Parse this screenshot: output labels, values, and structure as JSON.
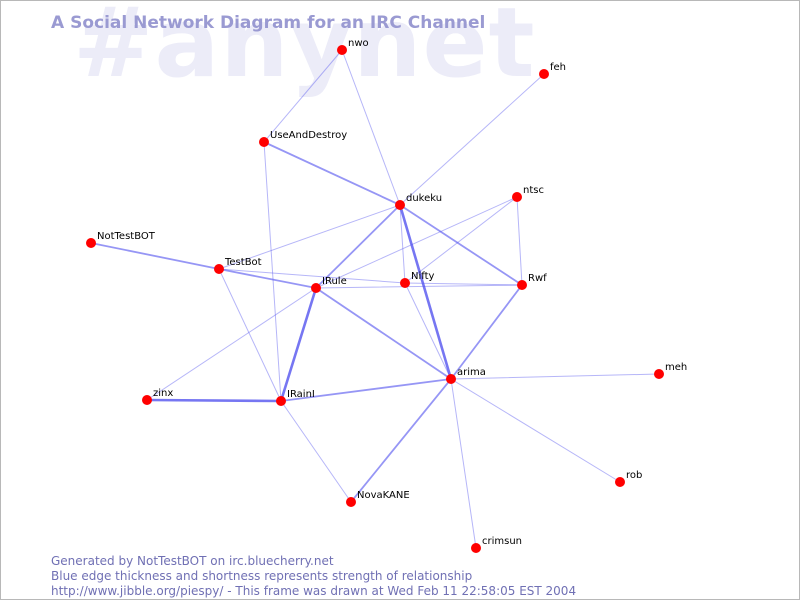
{
  "watermark": "#anynet",
  "title": "A Social Network Diagram for an IRC Channel",
  "footer": {
    "line1": "Generated by NotTestBOT on irc.bluecherry.net",
    "line2": "Blue edge thickness and shortness represents strength of relationship",
    "line3": "http://www.jibble.org/piespy/ - This frame was drawn at Wed Feb 11 22:58:05 EST 2004"
  },
  "colors": {
    "node": "#ff0000",
    "edge": "#5050ee",
    "title": "#9a9ad2",
    "watermark": "#ececf8",
    "footer": "#7070b4"
  },
  "nodes": [
    {
      "id": "nwo",
      "label": "nwo"
    },
    {
      "id": "feh",
      "label": "feh"
    },
    {
      "id": "UseAndDestroy",
      "label": "UseAndDestroy"
    },
    {
      "id": "dukeku",
      "label": "dukeku"
    },
    {
      "id": "ntsc",
      "label": "ntsc"
    },
    {
      "id": "NotTestBOT",
      "label": "NotTestBOT"
    },
    {
      "id": "TestBot",
      "label": "TestBot"
    },
    {
      "id": "IRule",
      "label": "IRule"
    },
    {
      "id": "Nifty",
      "label": "Nifty"
    },
    {
      "id": "Rwf",
      "label": "Rwf"
    },
    {
      "id": "arima",
      "label": "arima"
    },
    {
      "id": "meh",
      "label": "meh"
    },
    {
      "id": "zinx",
      "label": "zinx"
    },
    {
      "id": "IRainI",
      "label": "IRainI"
    },
    {
      "id": "rob",
      "label": "rob"
    },
    {
      "id": "NovaKANE",
      "label": "NovaKANE"
    },
    {
      "id": "crimsun",
      "label": "crimsun"
    }
  ],
  "edges": [
    {
      "from": "nwo",
      "to": "UseAndDestroy",
      "strength": 1
    },
    {
      "from": "nwo",
      "to": "dukeku",
      "strength": 1
    },
    {
      "from": "feh",
      "to": "dukeku",
      "strength": 1
    },
    {
      "from": "UseAndDestroy",
      "to": "dukeku",
      "strength": 2
    },
    {
      "from": "UseAndDestroy",
      "to": "IRainI",
      "strength": 1
    },
    {
      "from": "dukeku",
      "to": "TestBot",
      "strength": 1
    },
    {
      "from": "dukeku",
      "to": "IRule",
      "strength": 2
    },
    {
      "from": "dukeku",
      "to": "Nifty",
      "strength": 1
    },
    {
      "from": "dukeku",
      "to": "Rwf",
      "strength": 2
    },
    {
      "from": "dukeku",
      "to": "arima",
      "strength": 3
    },
    {
      "from": "ntsc",
      "to": "IRule",
      "strength": 1
    },
    {
      "from": "ntsc",
      "to": "Nifty",
      "strength": 1
    },
    {
      "from": "ntsc",
      "to": "Rwf",
      "strength": 1
    },
    {
      "from": "NotTestBOT",
      "to": "TestBot",
      "strength": 2
    },
    {
      "from": "TestBot",
      "to": "IRule",
      "strength": 2
    },
    {
      "from": "TestBot",
      "to": "Nifty",
      "strength": 1
    },
    {
      "from": "TestBot",
      "to": "IRainI",
      "strength": 1
    },
    {
      "from": "IRule",
      "to": "Rwf",
      "strength": 1
    },
    {
      "from": "IRule",
      "to": "arima",
      "strength": 2
    },
    {
      "from": "IRule",
      "to": "IRainI",
      "strength": 3
    },
    {
      "from": "IRule",
      "to": "zinx",
      "strength": 1
    },
    {
      "from": "Nifty",
      "to": "Rwf",
      "strength": 1
    },
    {
      "from": "Nifty",
      "to": "arima",
      "strength": 1
    },
    {
      "from": "Rwf",
      "to": "arima",
      "strength": 2
    },
    {
      "from": "arima",
      "to": "IRainI",
      "strength": 2
    },
    {
      "from": "arima",
      "to": "meh",
      "strength": 1
    },
    {
      "from": "arima",
      "to": "rob",
      "strength": 1
    },
    {
      "from": "arima",
      "to": "NovaKANE",
      "strength": 2
    },
    {
      "from": "arima",
      "to": "crimsun",
      "strength": 1
    },
    {
      "from": "zinx",
      "to": "IRainI",
      "strength": 3
    },
    {
      "from": "IRainI",
      "to": "NovaKANE",
      "strength": 1
    }
  ]
}
